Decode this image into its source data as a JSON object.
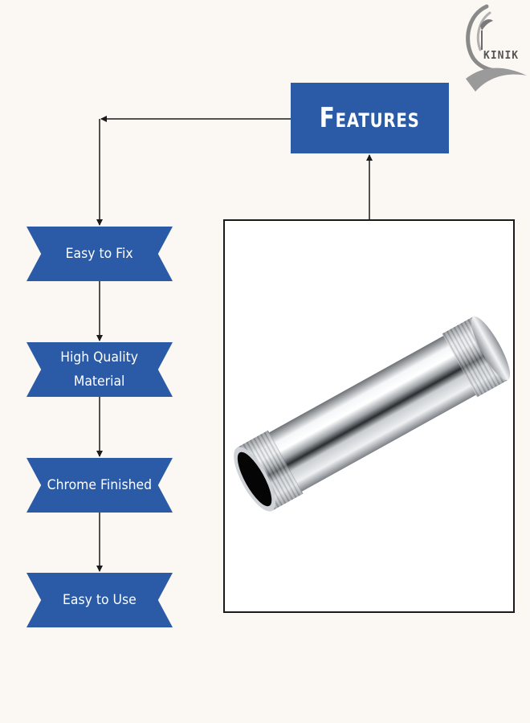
{
  "title": "Features",
  "brand_logo_text": "KINIK",
  "features": [
    "Easy to Fix",
    "High Quality\nMaterial",
    "Chrome Finished",
    "Easy to Use"
  ],
  "colors": {
    "accent_blue": "#2b5ba6",
    "background": "#fbf8f4",
    "line": "#1a1a1a"
  },
  "icons": {
    "logo": "brand-logo-icon",
    "product": "chrome-pipe-nipple-image"
  }
}
